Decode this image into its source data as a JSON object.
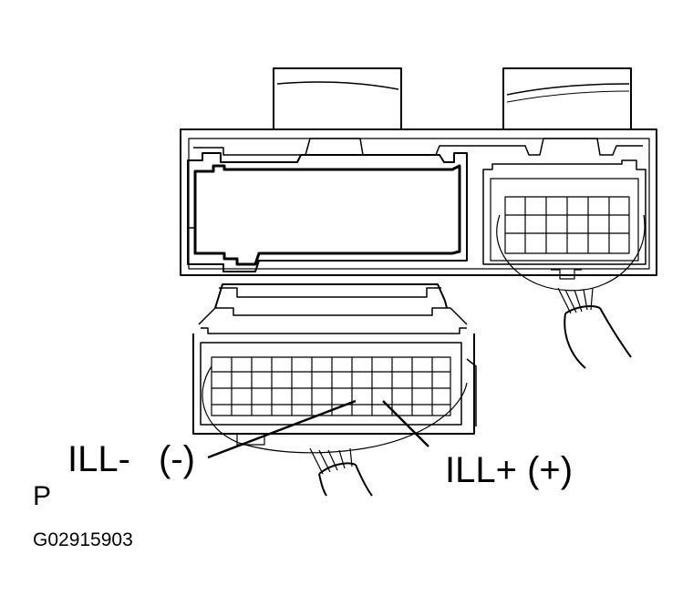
{
  "labels": {
    "ill_minus": "ILL-",
    "ill_minus_sign": "(-)",
    "ill_plus": "ILL+ (+)",
    "p": "P",
    "figure_code": "G02915903"
  },
  "colors": {
    "ink": "#000000",
    "paper": "#ffffff"
  }
}
